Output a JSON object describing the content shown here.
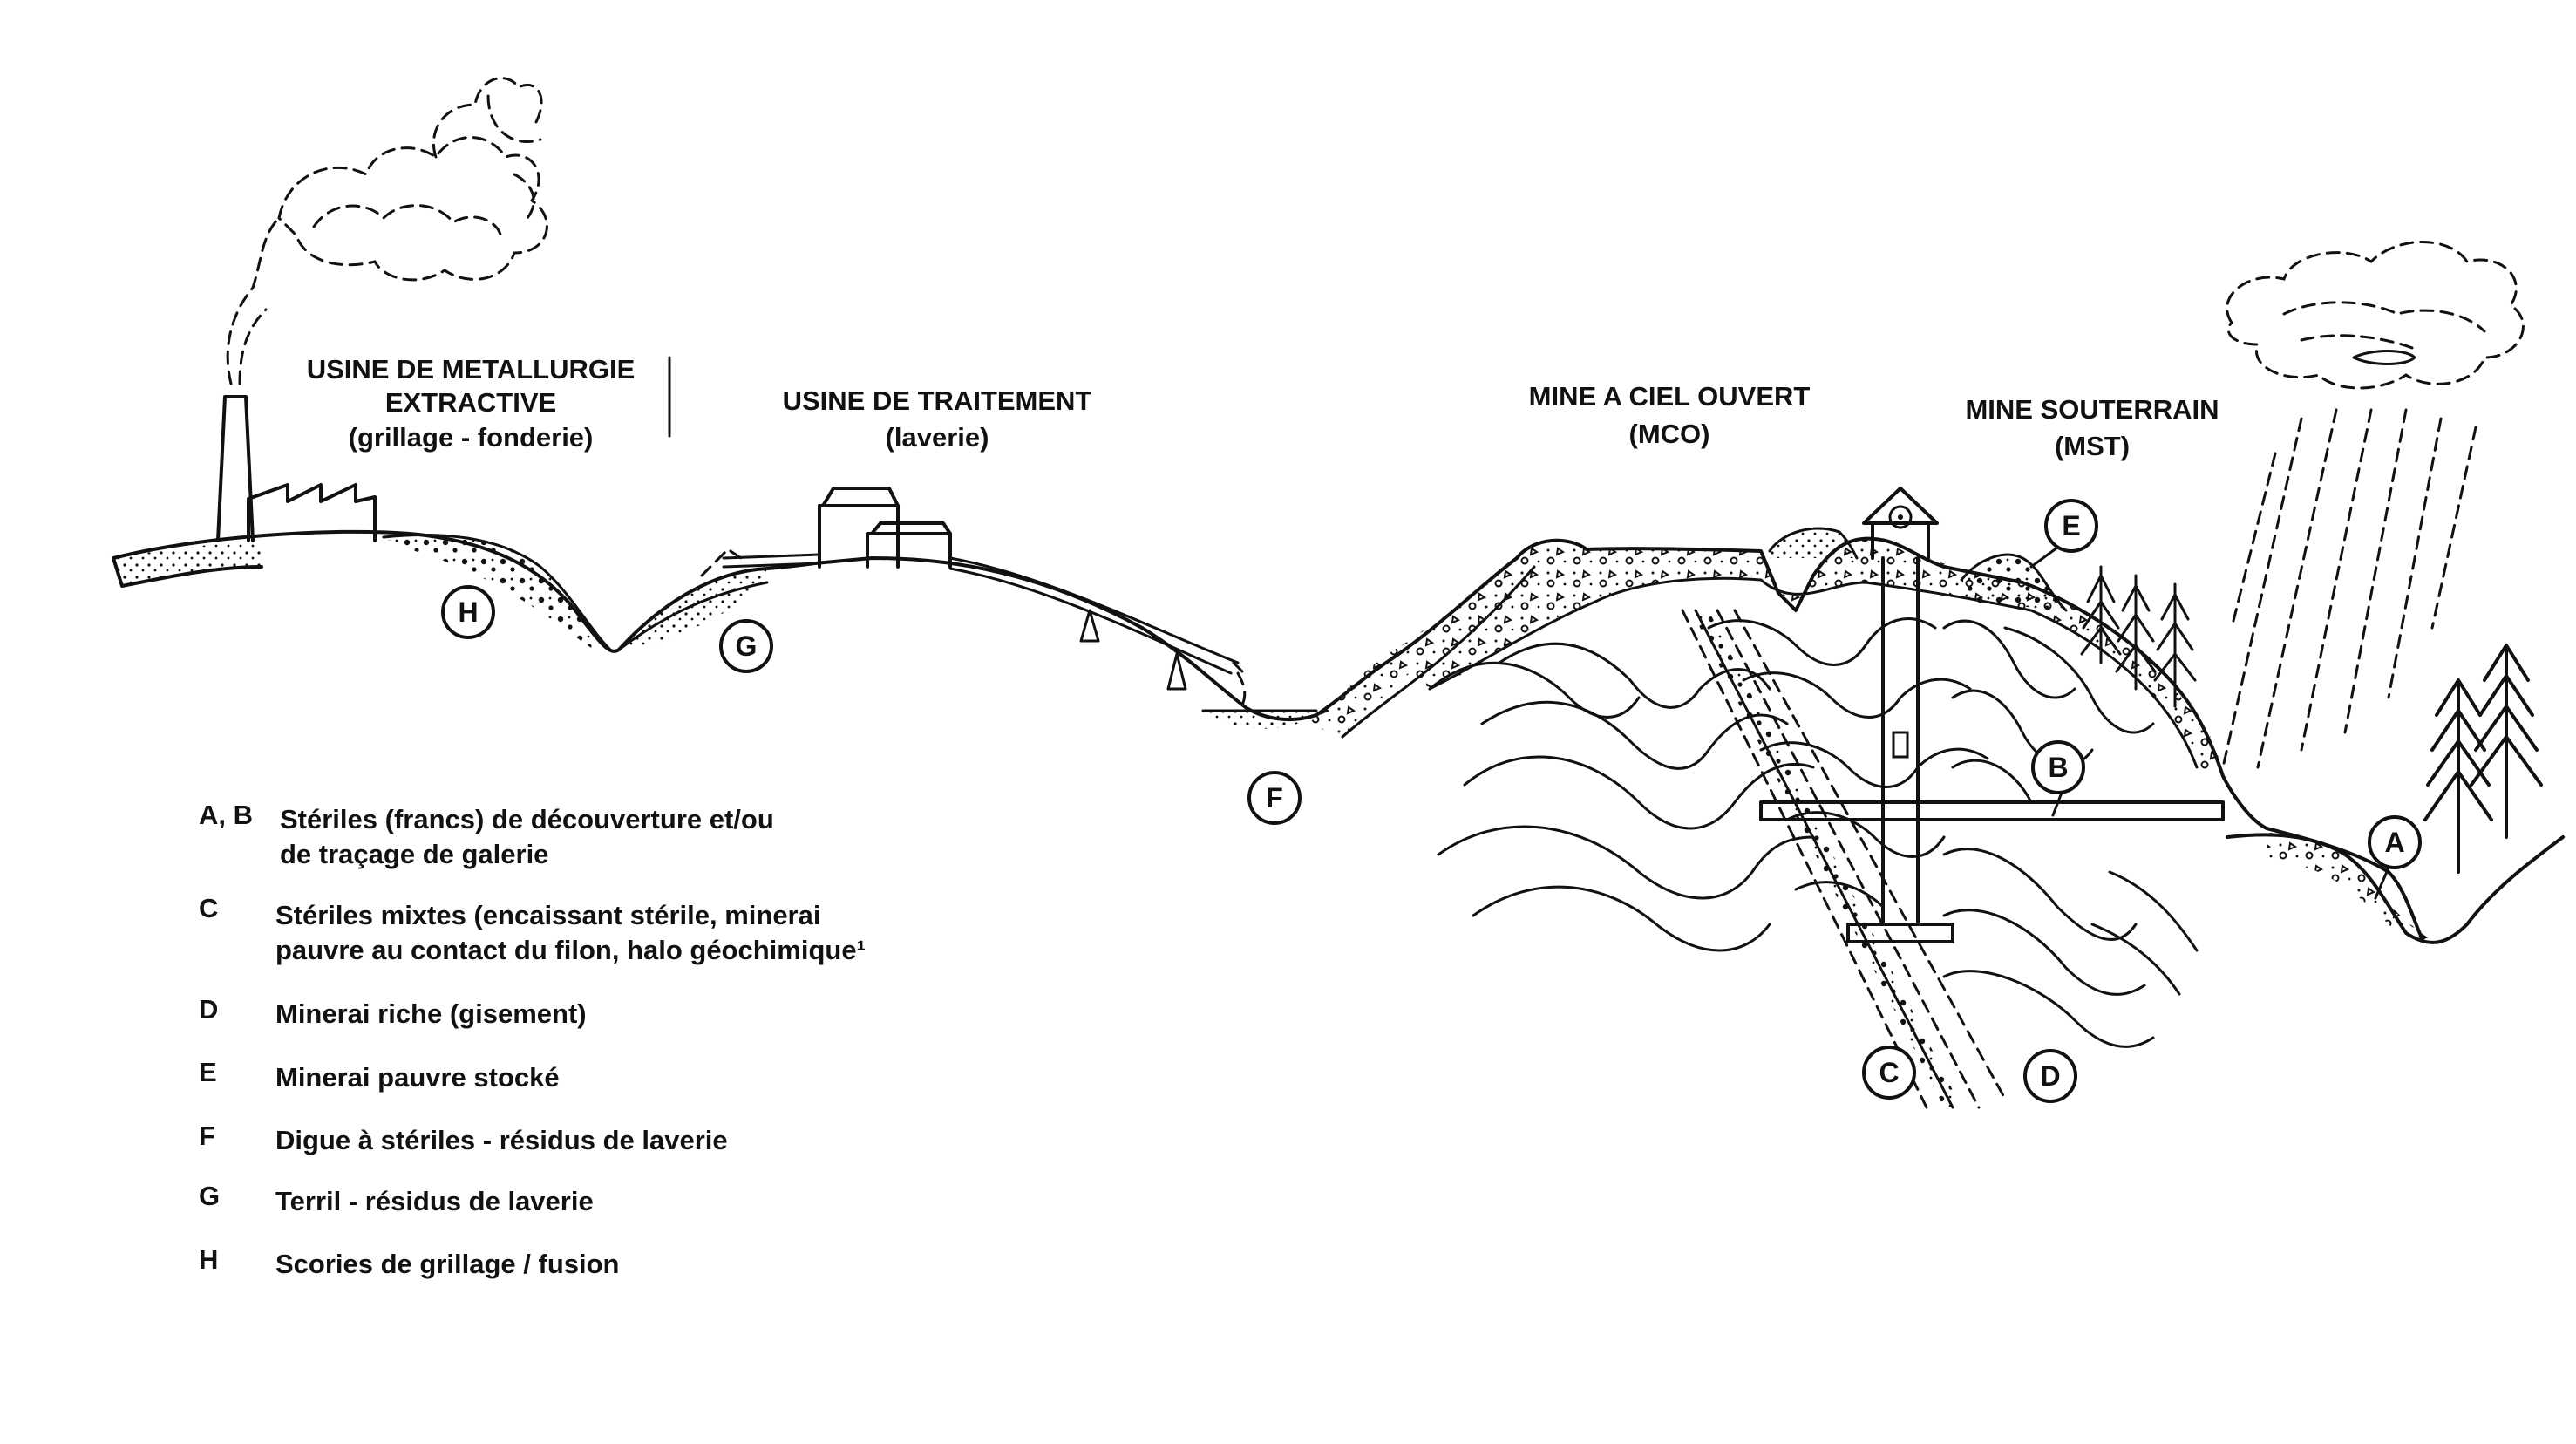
{
  "titles": {
    "usine_metallurgie": [
      "USINE DE METALLURGIE",
      "EXTRACTIVE",
      "(grillage - fonderie)"
    ],
    "usine_traitement": [
      "USINE DE TRAITEMENT",
      "(laverie)"
    ],
    "mine_ciel_ouvert": [
      "MINE A CIEL OUVERT",
      "(MCO)"
    ],
    "mine_souterrain": [
      "MINE SOUTERRAIN",
      "(MST)"
    ]
  },
  "markers": {
    "H": "H",
    "G": "G",
    "F": "F",
    "E": "E",
    "B": "B",
    "A": "A",
    "C": "C",
    "D": "D"
  },
  "legend": [
    {
      "key": "A, B",
      "lines": [
        "Stériles (francs) de découverture et/ou",
        "de traçage de galerie"
      ]
    },
    {
      "key": "C",
      "lines": [
        "Stériles mixtes (encaissant stérile, minerai",
        "pauvre au contact du filon, halo géochimique¹"
      ]
    },
    {
      "key": "D",
      "lines": [
        "Minerai riche (gisement)"
      ]
    },
    {
      "key": "E",
      "lines": [
        "Minerai pauvre stocké"
      ]
    },
    {
      "key": "F",
      "lines": [
        "Digue à stériles - résidus de laverie"
      ]
    },
    {
      "key": "G",
      "lines": [
        "Terril - résidus de laverie"
      ]
    },
    {
      "key": "H",
      "lines": [
        "Scories de grillage / fusion"
      ]
    }
  ]
}
